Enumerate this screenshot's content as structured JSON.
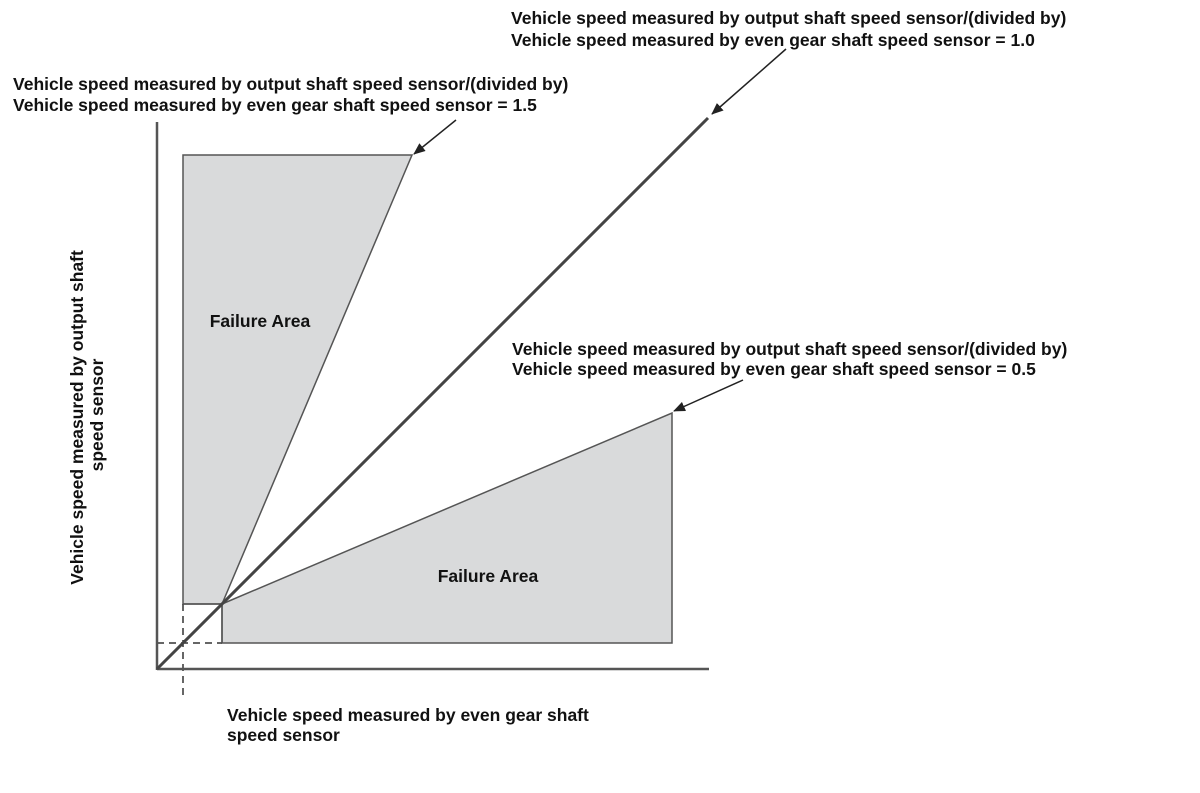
{
  "annotations": {
    "ratio_1_0": {
      "line1": "Vehicle speed measured by output shaft speed sensor/(divided by)",
      "line2": "Vehicle speed measured by even gear shaft speed sensor = 1.0"
    },
    "ratio_1_5": {
      "line1": "Vehicle speed measured by output shaft speed sensor/(divided by)",
      "line2": "Vehicle speed measured by even gear shaft speed sensor = 1.5"
    },
    "ratio_0_5": {
      "line1": "Vehicle speed measured by output shaft speed sensor/(divided by)",
      "line2": "Vehicle speed measured by even gear shaft speed sensor = 0.5"
    }
  },
  "regions": {
    "upper": {
      "label": "Failure Area"
    },
    "lower": {
      "label": "Failure Area"
    }
  },
  "axes": {
    "y_label_line1": "Vehicle speed measured by output shaft",
    "y_label_line2": "speed sensor",
    "x_label_line1": "Vehicle speed measured by even gear shaft",
    "x_label_line2": "speed sensor"
  },
  "colors": {
    "failure_fill": "#d9dadb",
    "line": "#444444",
    "axis": "#555555"
  }
}
